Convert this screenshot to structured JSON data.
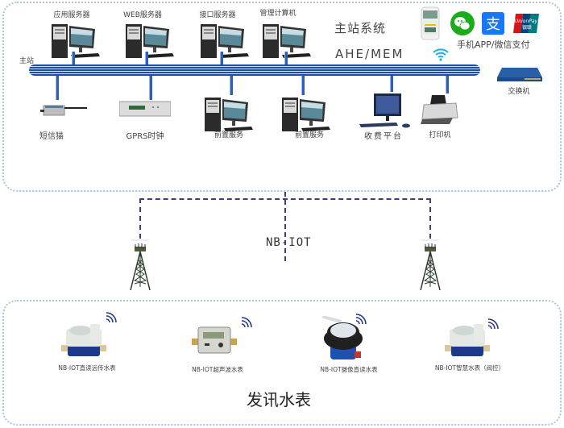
{
  "master_station": {
    "title": "主站系统",
    "subtitle": "AHE/MEM",
    "bus_label": "主站",
    "top_devices": [
      {
        "label": "应用服务器",
        "icon": "server-pc-icon"
      },
      {
        "label": "WEB服务器",
        "icon": "server-pc-icon"
      },
      {
        "label": "接口服务器",
        "icon": "server-pc-icon"
      },
      {
        "label": "管理计算机",
        "icon": "server-pc-icon"
      }
    ],
    "bottom_devices": [
      {
        "label": "短信猫",
        "icon": "sms-modem-icon"
      },
      {
        "label": "GPRS时钟",
        "icon": "rack-clock-icon"
      },
      {
        "label": "前置服务",
        "icon": "server-pc-icon"
      },
      {
        "label": "前置服务",
        "icon": "server-pc-icon"
      },
      {
        "label": "收费平台",
        "icon": "monitor-icon"
      },
      {
        "label": "打印机",
        "icon": "printer-icon"
      }
    ],
    "switch_label": "交换机",
    "payment": {
      "label": "手机APP/微信支付",
      "icons": [
        "phone-app-icon",
        "wechat-icon",
        "alipay-icon",
        "unionpay-icon"
      ],
      "unionpay_text": "UnionPay",
      "unionpay_cn": "银联"
    }
  },
  "network": {
    "label": "NB-IOT"
  },
  "meters": {
    "title": "发讯水表",
    "items": [
      {
        "label": "NB-IOT直读远传水表"
      },
      {
        "label": "NB-IOT超声波水表"
      },
      {
        "label": "NB-IOT摄像直读水表"
      },
      {
        "label": "NB-IOT智慧水表（阀控）"
      }
    ]
  },
  "colors": {
    "bus_blue": "#1e4fa8",
    "frame_dots": "#a9c4dc",
    "dash_line": "#3b3b8f",
    "wechat_green": "#1aad19",
    "alipay_blue": "#1677ff",
    "unionpay_red": "#d7141a",
    "wifi_cyan": "#1ab0ea"
  }
}
